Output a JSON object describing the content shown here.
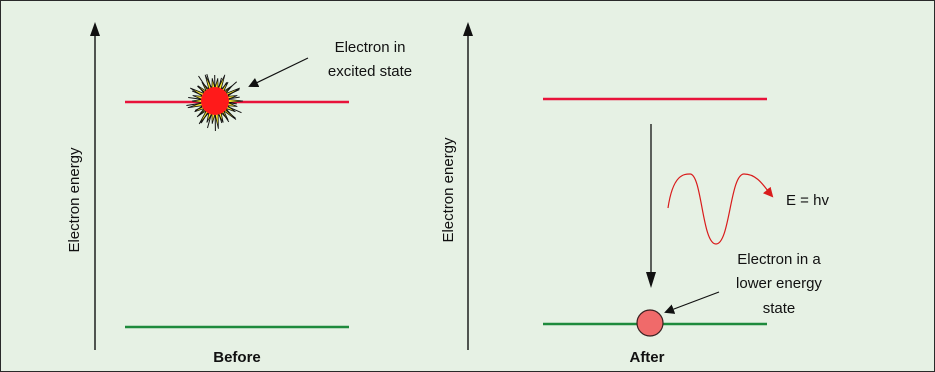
{
  "colors": {
    "background": "#e6f1e4",
    "excited_level": "#e8133a",
    "ground_level": "#1e8a3c",
    "electron_excited": "#ff1a1a",
    "electron_burst": "#f4e22a",
    "electron_ground": "#f06a6a",
    "photon_wave": "#d91c1c"
  },
  "before": {
    "axis_label": "Electron energy",
    "callout": [
      "Electron in",
      "excited state"
    ],
    "caption": "Before"
  },
  "after": {
    "axis_label": "Electron energy",
    "photon_label": "E = hv",
    "callout": [
      "Electron in a",
      "lower energy",
      "state"
    ],
    "caption": "After"
  }
}
